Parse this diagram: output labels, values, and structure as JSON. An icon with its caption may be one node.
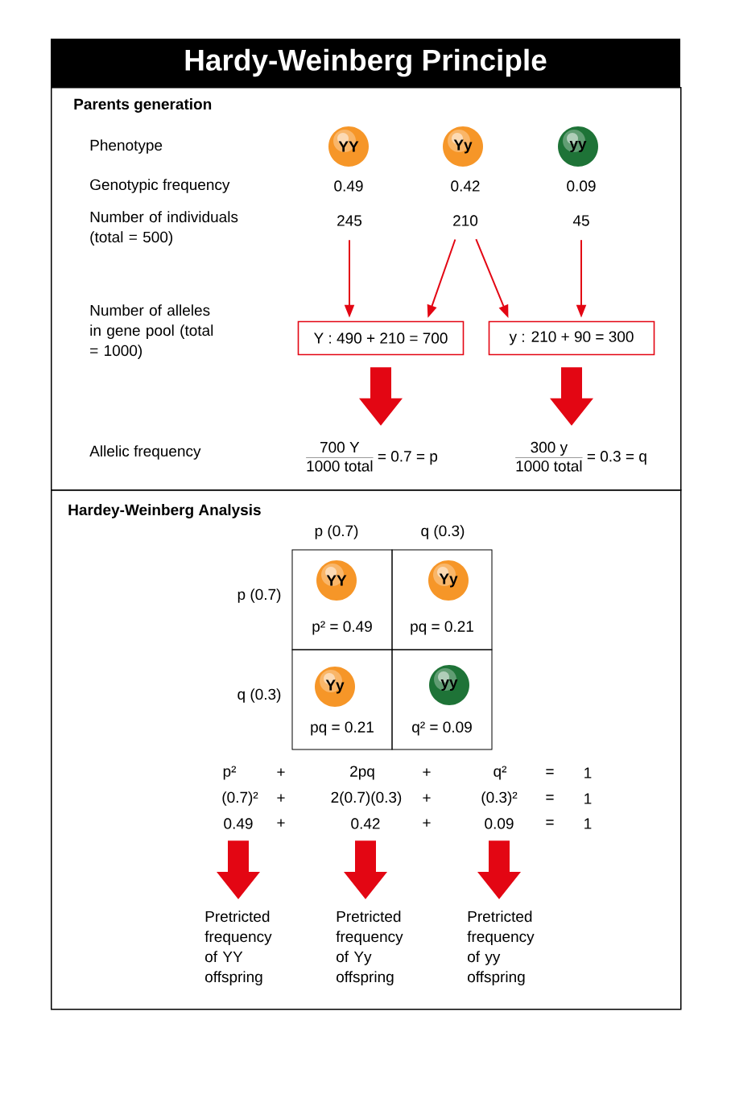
{
  "diagram": {
    "title": "Hardy-Weinberg Principle",
    "nodes": [
      {
        "text": [
          "Parents generation"
        ]
      },
      {
        "text": [
          "YY"
        ],
        "in": 0
      },
      {
        "text": [
          "Yy"
        ],
        "in": 0
      },
      {
        "text": [
          "yy"
        ],
        "in": 0
      },
      {
        "text": [
          "245"
        ],
        "in": 0
      },
      {
        "text": [
          "210"
        ],
        "in": 0
      },
      {
        "text": [
          "45"
        ],
        "in": 0
      },
      {
        "text": [
          "Y : 490 + 210 = 700"
        ],
        "in": 0
      },
      {
        "text": [
          "y : 210 + 90 = 300"
        ],
        "in": 0
      },
      {
        "text": [
          "700 Y",
          "1000 total",
          "= 0.7 = p"
        ],
        "in": 0
      },
      {
        "text": [
          "300 y",
          "1000 total",
          "= 0.3 = q"
        ],
        "in": 0
      },
      {
        "text": [
          "Hardey-Weinberg Analysis"
        ]
      },
      {
        "text": [
          "p² = 0.49"
        ],
        "in": 11
      },
      {
        "text": [
          "YY"
        ],
        "in": 12
      },
      {
        "text": [
          "pq = 0.21"
        ],
        "in": 11
      },
      {
        "text": [
          "Yy"
        ],
        "in": 14
      },
      {
        "text": [
          "pq = 0.21"
        ],
        "in": 11
      },
      {
        "text": [
          "Yy"
        ],
        "in": 16
      },
      {
        "text": [
          "q² = 0.09"
        ],
        "in": 11
      },
      {
        "text": [
          "yy"
        ],
        "in": 18
      },
      {
        "text": [
          "0.49"
        ],
        "in": 11
      },
      {
        "text": [
          "0.42"
        ],
        "in": 11
      },
      {
        "text": [
          "0.09"
        ],
        "in": 11
      },
      {
        "text": [
          "Pretricted frequency of YY offspring"
        ],
        "in": 11
      },
      {
        "text": [
          "Pretricted frequency of Yy offspring"
        ],
        "in": 11
      },
      {
        "text": [
          "Pretricted frequency of yy offspring"
        ],
        "in": 11
      }
    ],
    "edges": [
      {
        "from": 4,
        "to": 7,
        "arrow": "to"
      },
      {
        "from": 5,
        "to": 7,
        "arrow": "to"
      },
      {
        "from": 5,
        "to": 8,
        "arrow": "to"
      },
      {
        "from": 6,
        "to": 8,
        "arrow": "to"
      },
      {
        "from": 7,
        "to": 9,
        "arrow": "to",
        "style": "thick"
      },
      {
        "from": 8,
        "to": 10,
        "arrow": "to",
        "style": "thick"
      },
      {
        "from": 20,
        "to": 23,
        "arrow": "to",
        "style": "thick"
      },
      {
        "from": 21,
        "to": 24,
        "arrow": "to",
        "style": "thick"
      },
      {
        "from": 22,
        "to": 25,
        "arrow": "to",
        "style": "thick"
      }
    ],
    "labels": [
      "Phenotype",
      "Genotypic frequency",
      "0.49",
      "0.42",
      "0.09",
      "Number of individuals (total = 500)",
      "Number of alleles in gene pool (total = 1000)",
      "Allelic frequency",
      "p (0.7)",
      "q (0.3)",
      "p (0.7)",
      "q (0.3)",
      "p²",
      "+",
      "2pq",
      "+",
      "q²",
      "=",
      "1",
      "(0.7)²",
      "+",
      "2(0.7)(0.3)",
      "+",
      "(0.3)²",
      "=",
      "1",
      "+",
      "+",
      "=",
      "1"
    ]
  }
}
